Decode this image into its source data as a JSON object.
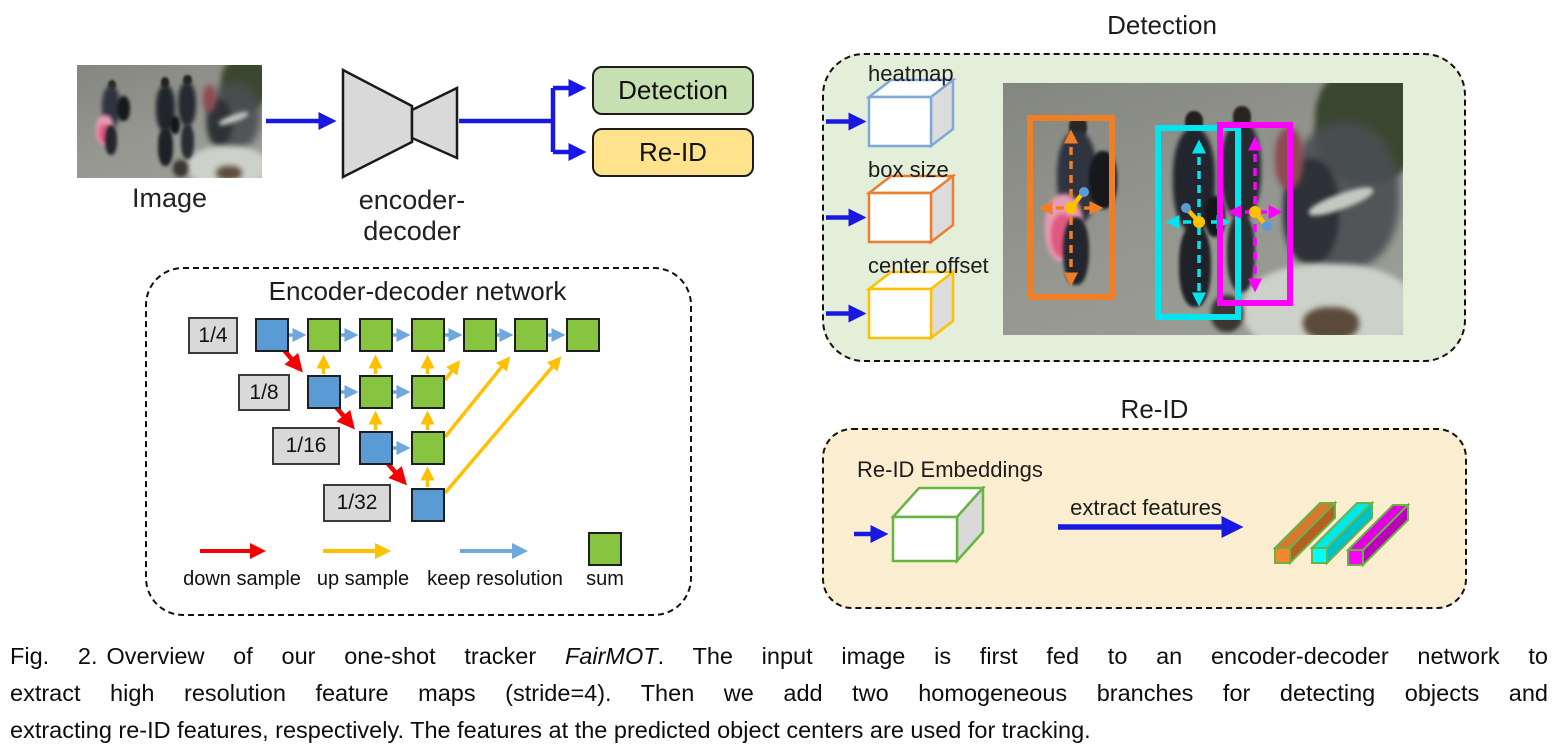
{
  "pipeline": {
    "image_label": "Image",
    "encoder_label": "encoder-decoder",
    "branches": {
      "detection": "Detection",
      "reid": "Re-ID"
    }
  },
  "encoder_network": {
    "title": "Encoder-decoder network",
    "scales": [
      "1/4",
      "1/8",
      "1/16",
      "1/32"
    ],
    "legend": {
      "down_sample": "down sample",
      "up_sample": "up sample",
      "keep_resolution": "keep resolution",
      "sum": "sum"
    },
    "colors": {
      "down_sample_arrow": "#F50000",
      "up_sample_arrow": "#FFC000",
      "keep_resolution_arrow": "#6FA8DC",
      "node_blue": "#5B9BD5",
      "node_green": "#87C540"
    }
  },
  "detection_branch": {
    "title": "Detection",
    "heads": [
      {
        "label": "heatmap",
        "color": "#7FA8D9"
      },
      {
        "label": "box size",
        "color": "#ED7D31"
      },
      {
        "label": "center offset",
        "color": "#FFC000"
      }
    ],
    "detections": [
      {
        "id": "person-left",
        "box_color": "#F07E26"
      },
      {
        "id": "person-middle",
        "box_color": "#00E5EE"
      },
      {
        "id": "person-right",
        "box_color": "#FF00FF"
      }
    ],
    "center_dot_color": "#FFC000",
    "offset_dot_color": "#5B9BD5"
  },
  "reid_branch": {
    "title": "Re-ID",
    "embeddings_label": "Re-ID Embeddings",
    "extract_label": "extract features",
    "bar_colors": [
      "#E0762F",
      "#00E5E5",
      "#EE00EE"
    ]
  },
  "caption": {
    "tag": "Fig. 2.",
    "line1_pre": "Overview of our one-shot tracker ",
    "line1_italic": "FairMOT",
    "line1_post": ". The input image is first fed to an encoder-decoder network to",
    "line2": "extract high resolution feature maps (stride=4). Then we add two homogeneous branches for detecting objects and",
    "line3": "extracting re-ID features, respectively. The features at the predicted object centers are used for tracking."
  }
}
